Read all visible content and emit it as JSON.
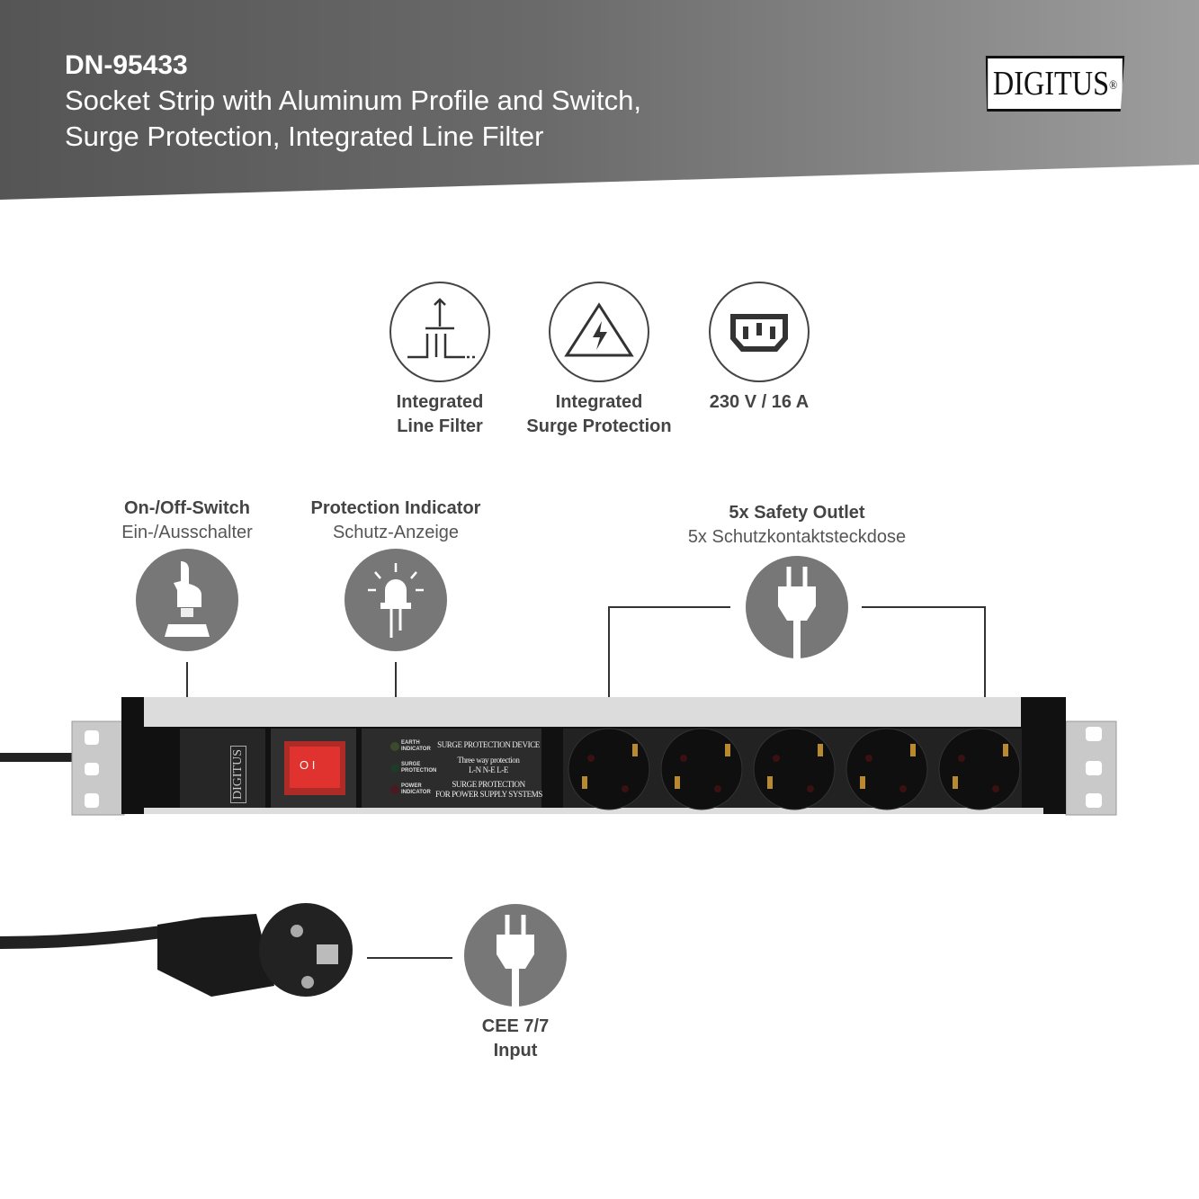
{
  "header": {
    "model": "DN-95433",
    "line1": "Socket Strip with Aluminum Profile and Switch,",
    "line2": "Surge Protection, Integrated Line Filter",
    "brand": "DIGITUS",
    "brand_mark": "®"
  },
  "features_top": [
    {
      "icon": "line-filter-icon",
      "line1": "Integrated",
      "line2": "Line Filter"
    },
    {
      "icon": "surge-triangle-icon",
      "line1": "Integrated",
      "line2": "Surge Protection"
    },
    {
      "icon": "iec-connector-icon",
      "line1": "230 V / 16 A",
      "line2": ""
    }
  ],
  "callouts": [
    {
      "title": "On-/Off-Switch",
      "subtitle": "Ein-/Ausschalter",
      "icon": "finger-press-icon"
    },
    {
      "title": "Protection Indicator",
      "subtitle": "Schutz-Anzeige",
      "icon": "led-icon"
    },
    {
      "title": "5x Safety Outlet",
      "subtitle": "5x Schutzkontaktsteckdose",
      "icon": "plug-icon"
    },
    {
      "title": "CEE 7/7",
      "subtitle": "Input",
      "icon": "plug-icon"
    }
  ],
  "device": {
    "logo": "DIGITUS",
    "panel_title": "SURGE PROTECTION DEVICE",
    "panel_line2": "Three way protection",
    "panel_line3": "L-N  N-E  L-E",
    "panel_line4": "SURGE PROTECTION",
    "panel_line5": "FOR POWER SUPPLY SYSTEMS",
    "led1": "EARTH INDICATOR",
    "led2": "SURGE PROTECTION",
    "led3": "POWER INDICATOR",
    "switch_mark": "O  I",
    "outlet_count": 5
  },
  "colors": {
    "header_dark": "#555555",
    "header_light": "#9d9d9d",
    "icon_gray": "#777777",
    "switch_red": "#e0332f"
  }
}
